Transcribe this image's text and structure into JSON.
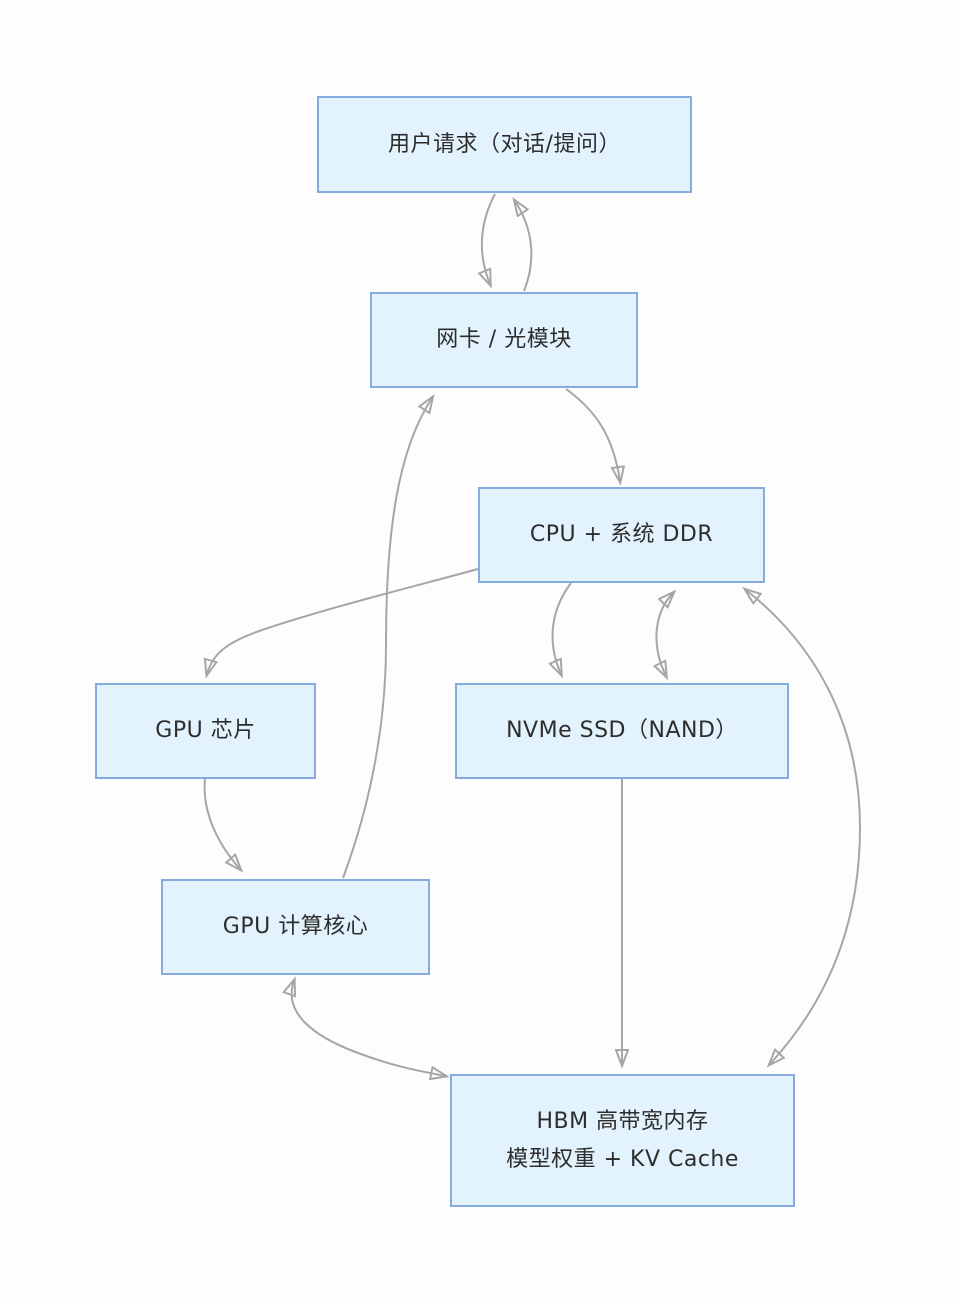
{
  "diagram": {
    "type": "flowchart",
    "colors": {
      "node_fill": "#e3f3fd",
      "node_border": "#86abdf",
      "arrow": "#a6a6a6",
      "text": "#2d2d2d",
      "background": "#fdfdfd"
    },
    "nodes": {
      "user_request": {
        "label": "用户请求（对话/提问）"
      },
      "nic": {
        "label": "网卡 / 光模块"
      },
      "cpu": {
        "label": "CPU + 系统 DDR"
      },
      "gpu_chip": {
        "label": "GPU 芯片"
      },
      "nvme": {
        "label": "NVMe SSD（NAND）"
      },
      "gpu_core": {
        "label": "GPU 计算核心"
      },
      "hbm": {
        "label_line1": "HBM 高带宽内存",
        "label_line2": "模型权重 + KV Cache"
      }
    },
    "edges": [
      {
        "from": "user_request",
        "to": "nic",
        "bidirectional": false
      },
      {
        "from": "nic",
        "to": "user_request",
        "bidirectional": false
      },
      {
        "from": "nic",
        "to": "cpu",
        "bidirectional": false
      },
      {
        "from": "cpu",
        "to": "gpu_chip",
        "bidirectional": false
      },
      {
        "from": "cpu",
        "to": "nvme",
        "bidirectional": false
      },
      {
        "from": "nvme",
        "to": "cpu",
        "bidirectional": true
      },
      {
        "from": "nvme",
        "to": "hbm",
        "bidirectional": false
      },
      {
        "from": "gpu_chip",
        "to": "gpu_core",
        "bidirectional": false
      },
      {
        "from": "gpu_core",
        "to": "nic",
        "bidirectional": false
      },
      {
        "from": "gpu_core",
        "to": "hbm",
        "bidirectional": true
      },
      {
        "from": "cpu",
        "to": "hbm",
        "bidirectional": true
      }
    ]
  }
}
